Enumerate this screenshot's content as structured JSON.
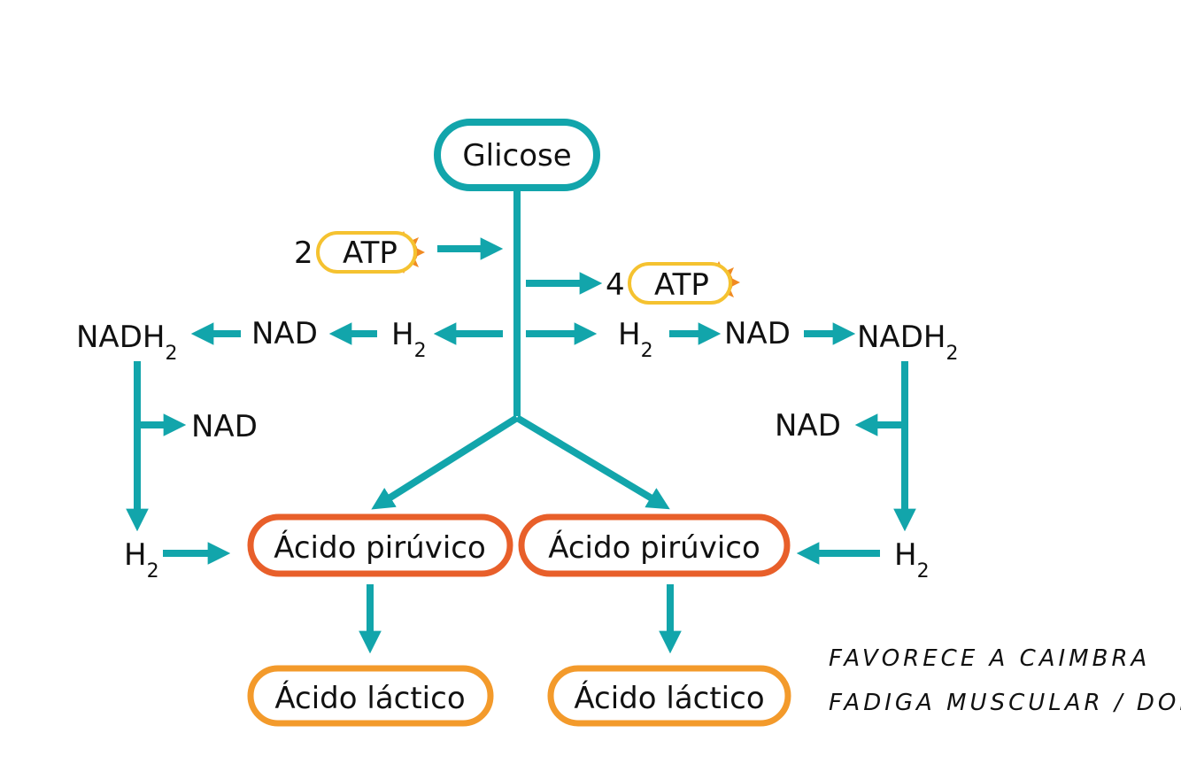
{
  "colors": {
    "teal": "#12a5ab",
    "red_orange": "#e85f2a",
    "orange": "#f39a2b",
    "atp_yellow": "#f5c230",
    "sun_orange": "#f08a22"
  },
  "nodes": {
    "glucose": "Glicose",
    "pyruvic_left": "Ácido pirúvico",
    "pyruvic_right": "Ácido pirúvico",
    "lactic_left": "Ácido láctico",
    "lactic_right": "Ácido láctico"
  },
  "atp_in": {
    "count": "2",
    "label": "ATP"
  },
  "atp_out": {
    "count": "4",
    "label": "ATP"
  },
  "left_chain": {
    "nadh": "NADH",
    "nadh_sub": "2",
    "nad": "NAD",
    "h": "H",
    "h_sub": "2",
    "nad_released": "NAD",
    "h_bottom": "H",
    "h_bottom_sub": "2"
  },
  "right_chain": {
    "h": "H",
    "h_sub": "2",
    "nad": "NAD",
    "nadh": "NADH",
    "nadh_sub": "2",
    "nad_released": "NAD",
    "h_bottom": "H",
    "h_bottom_sub": "2"
  },
  "handwritten_note": {
    "line1": "FAVORECE A CAIMBRA",
    "line2": "FADIGA MUSCULAR / DOR"
  }
}
